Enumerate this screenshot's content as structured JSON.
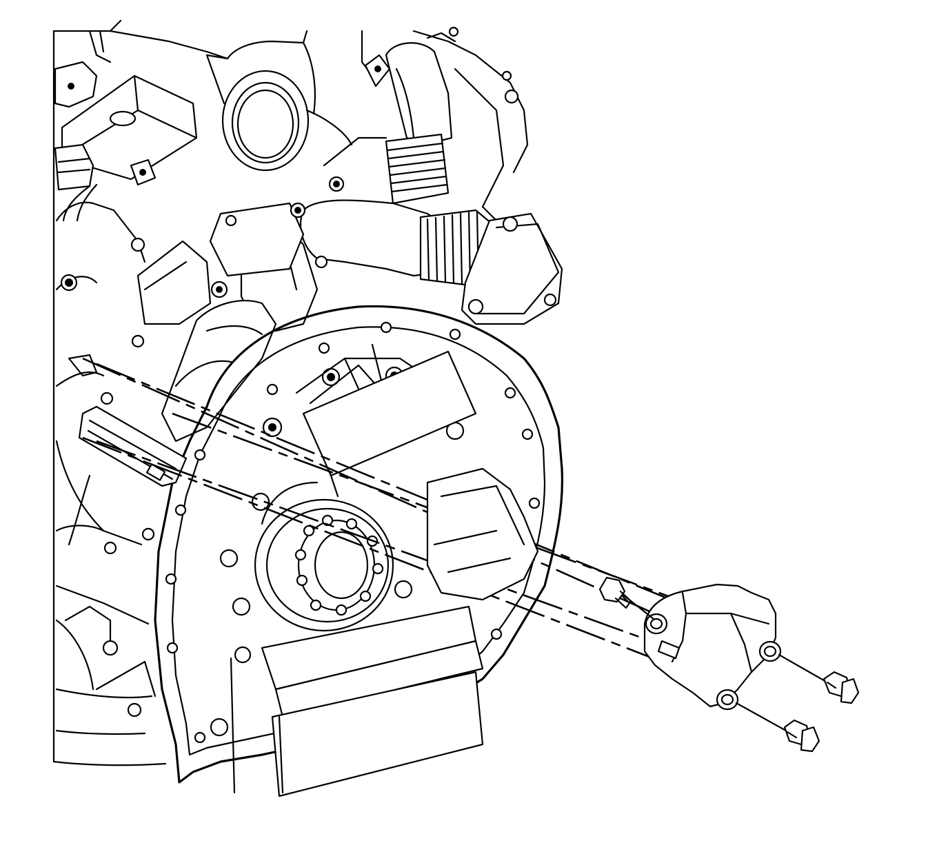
{
  "diagram": {
    "labels": [],
    "colors": {
      "line": "#000000",
      "background": "#ffffff"
    },
    "parts": [
      {
        "name": "engine-block"
      },
      {
        "name": "flywheel-housing"
      },
      {
        "name": "egr-pipe"
      },
      {
        "name": "coolant-hose"
      },
      {
        "name": "exhaust-bellows"
      },
      {
        "name": "support-bracket"
      },
      {
        "name": "bracket-bolt-upper"
      },
      {
        "name": "bracket-bolt-lower"
      },
      {
        "name": "bracket-bolt-short"
      }
    ]
  }
}
